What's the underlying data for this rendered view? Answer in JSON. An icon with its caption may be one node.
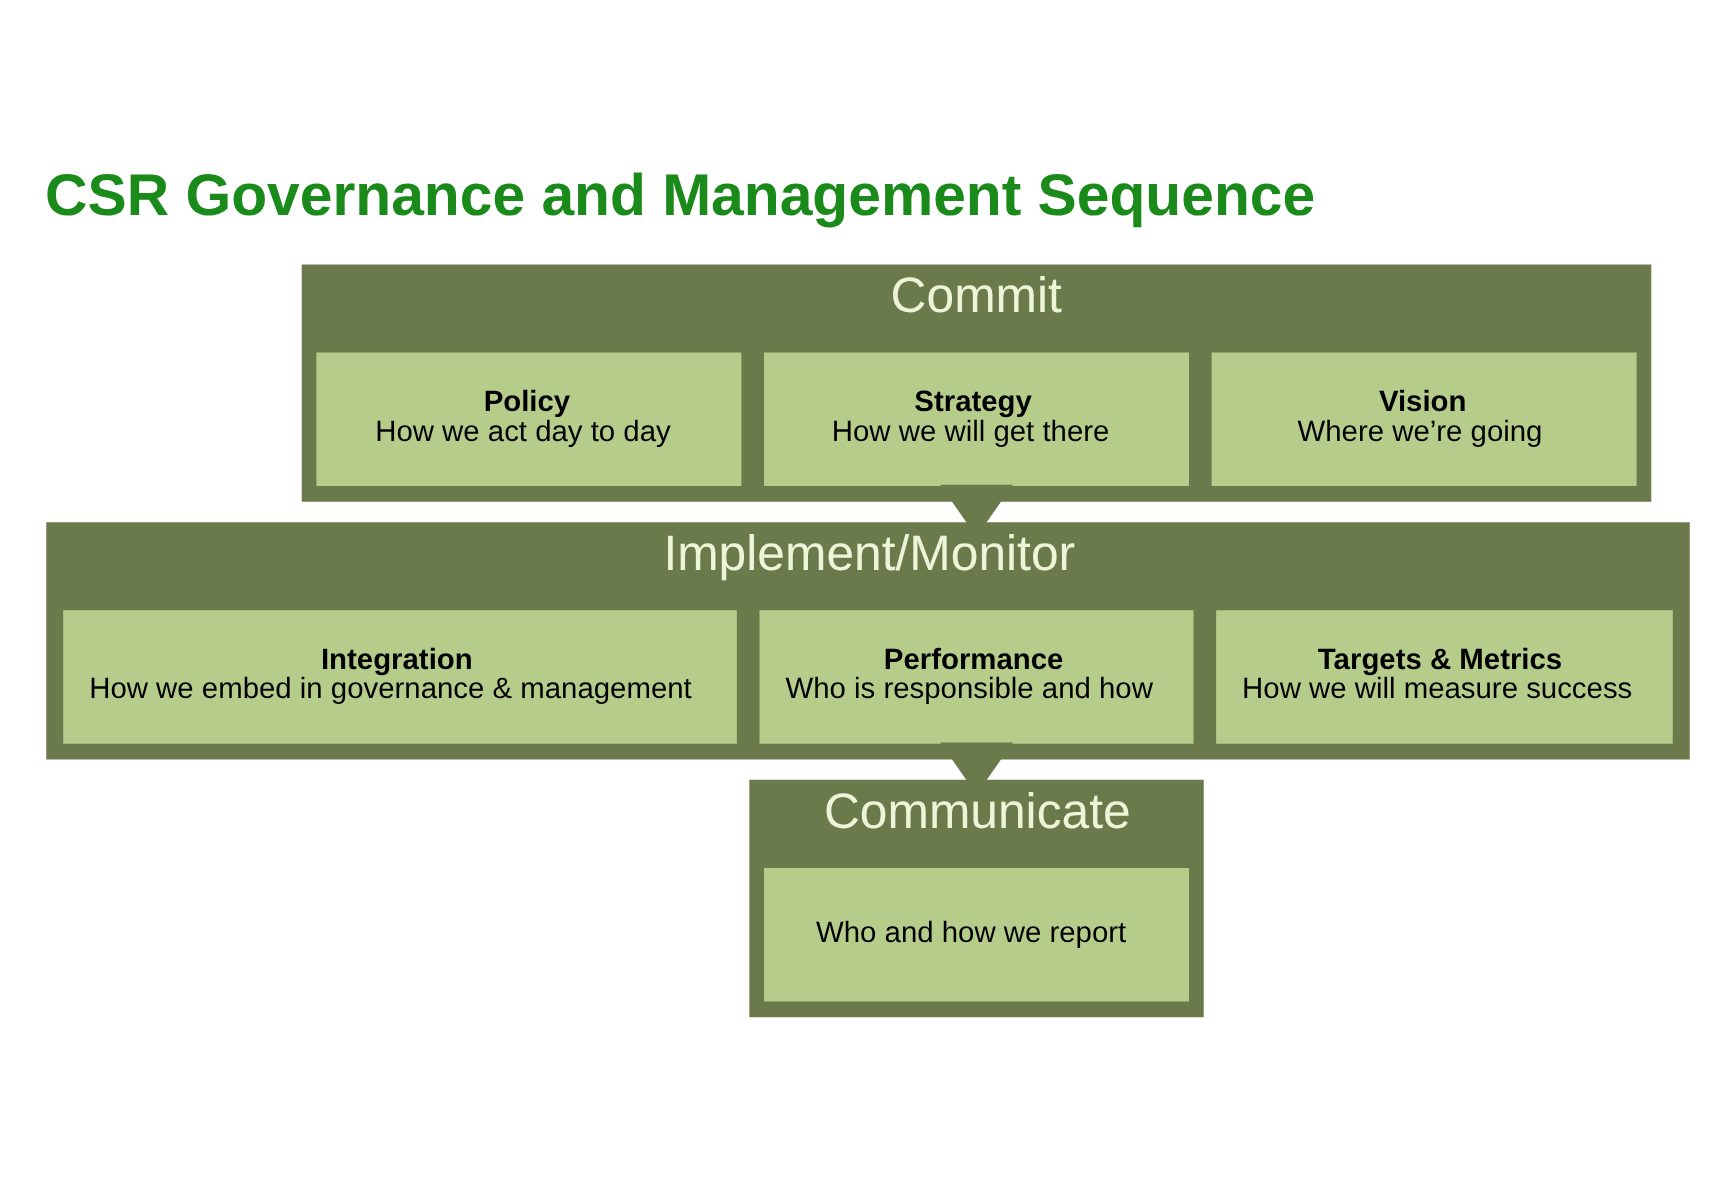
{
  "diagram": {
    "title": "CSR Governance and Management Sequence",
    "nodes": [
      {
        "text": [
          "Commit"
        ]
      },
      {
        "text": [
          "Vision",
          "Where we’re going"
        ],
        "in": 0
      },
      {
        "text": [
          "Strategy",
          "How we will get there"
        ],
        "in": 0
      },
      {
        "text": [
          "Policy",
          "How we act day to day"
        ],
        "in": 0
      },
      {
        "text": [
          "Implement/Monitor"
        ]
      },
      {
        "text": [
          "Targets & Metrics",
          "How we will measure success"
        ],
        "in": 4
      },
      {
        "text": [
          "Performance",
          "Who is responsible and how"
        ],
        "in": 4
      },
      {
        "text": [
          "Integration",
          "How we embed in governance & management"
        ],
        "in": 4
      },
      {
        "text": [
          "Communicate"
        ]
      },
      {
        "text": [
          "Who and how we report"
        ],
        "in": 8
      }
    ],
    "edges": [
      {
        "from": 0,
        "to": 4,
        "arrow": "to",
        "style": "thick"
      },
      {
        "from": 4,
        "to": 8,
        "arrow": "to",
        "style": "thick"
      }
    ]
  }
}
